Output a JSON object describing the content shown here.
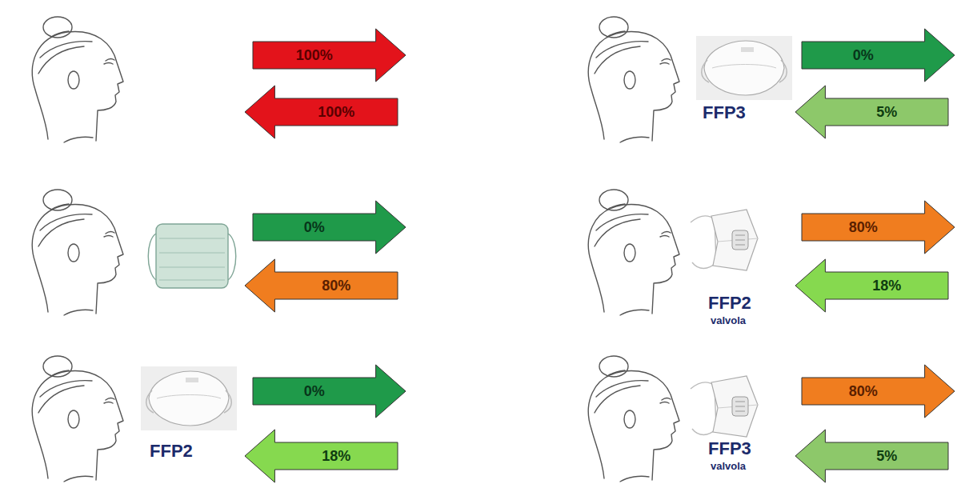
{
  "diagram": {
    "nodes": [
      {
        "text": [
          "100%"
        ]
      },
      {
        "text": [
          "100%"
        ]
      },
      {
        "text": [
          "0%"
        ]
      },
      {
        "text": [
          "5%"
        ]
      },
      {
        "text": [
          "0%"
        ]
      },
      {
        "text": [
          "80%"
        ]
      },
      {
        "text": [
          "80%"
        ]
      },
      {
        "text": [
          "18%"
        ]
      },
      {
        "text": [
          "0%"
        ]
      },
      {
        "text": [
          "18%"
        ]
      },
      {
        "text": [
          "80%"
        ]
      },
      {
        "text": [
          "5%"
        ]
      }
    ],
    "labels": [
      "FFP3",
      "FFP2",
      "valvola",
      "FFP2",
      "FFP3",
      "valvola"
    ]
  }
}
